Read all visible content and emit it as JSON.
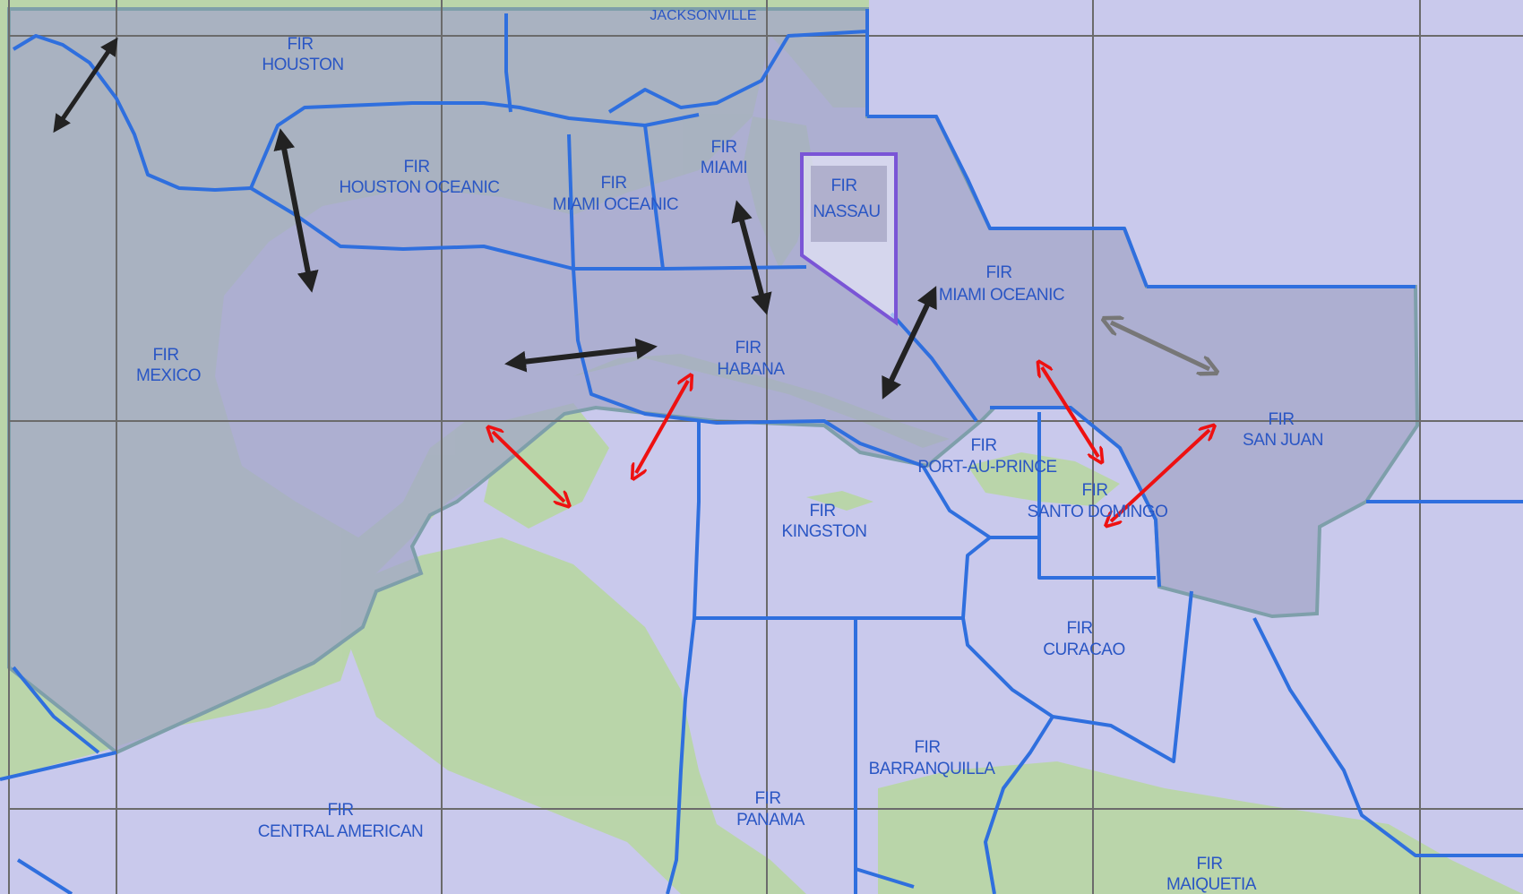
{
  "map": {
    "top_label": "JACKSONVILLE",
    "firs": [
      {
        "id": "houston",
        "line1": "FIR",
        "line2": "HOUSTON"
      },
      {
        "id": "houston-oceanic",
        "line1": "FIR",
        "line2": "HOUSTON OCEANIC"
      },
      {
        "id": "miami-oceanic-west",
        "line1": "FIR",
        "line2": "MIAMI OCEANIC"
      },
      {
        "id": "miami",
        "line1": "FIR",
        "line2": "MIAMI"
      },
      {
        "id": "nassau",
        "line1": "FIR",
        "line2": "NASSAU"
      },
      {
        "id": "miami-oceanic-east",
        "line1": "FIR",
        "line2": "MIAMI OCEANIC"
      },
      {
        "id": "mexico",
        "line1": "FIR",
        "line2": "MEXICO"
      },
      {
        "id": "habana",
        "line1": "FIR",
        "line2": "HABANA"
      },
      {
        "id": "port-au-prince",
        "line1": "FIR",
        "line2": "PORT-AU-PRINCE"
      },
      {
        "id": "santo-domingo",
        "line1": "FIR",
        "line2": "SANTO DOMINGO"
      },
      {
        "id": "san-juan",
        "line1": "FIR",
        "line2": "SAN JUAN"
      },
      {
        "id": "kingston",
        "line1": "FIR",
        "line2": "KINGSTON"
      },
      {
        "id": "curacao",
        "line1": "FIR",
        "line2": "CURACAO"
      },
      {
        "id": "barranquilla",
        "line1": "FIR",
        "line2": "BARRANQUILLA"
      },
      {
        "id": "panama",
        "line1": "FIR",
        "line2": "PANAMA"
      },
      {
        "id": "central-american",
        "line1": "FIR",
        "line2": "CENTRAL AMERICAN"
      },
      {
        "id": "maiquetia",
        "line1": "FIR",
        "line2": "MAIQUETIA"
      }
    ],
    "colors": {
      "water": "#c9c9ec",
      "land": "#b7d3a8",
      "shaded_region": "#a7a9c6",
      "boundary": "#2f6fde",
      "grid": "#6d6d6d",
      "arrow_black": "#222222",
      "arrow_red": "#ee1111",
      "arrow_gray": "#777777",
      "nassau_outline": "#7a55d6"
    }
  }
}
